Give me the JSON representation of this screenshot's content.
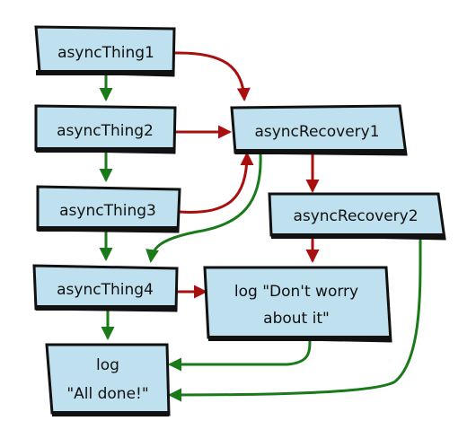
{
  "colors": {
    "box_fill": "#bfe0ee",
    "box_stroke": "#111111",
    "success_arrow": "#1a7a1a",
    "error_arrow": "#a81010"
  },
  "nodes": {
    "asyncThing1": "asyncThing1",
    "asyncThing2": "asyncThing2",
    "asyncThing3": "asyncThing3",
    "asyncThing4": "asyncThing4",
    "asyncRecovery1": "asyncRecovery1",
    "asyncRecovery2": "asyncRecovery2",
    "log_dont_worry_line1": "log \"Don't worry",
    "log_dont_worry_line2": "about it\"",
    "log_all_done_line1": "log",
    "log_all_done_line2": "\"All done!\""
  }
}
